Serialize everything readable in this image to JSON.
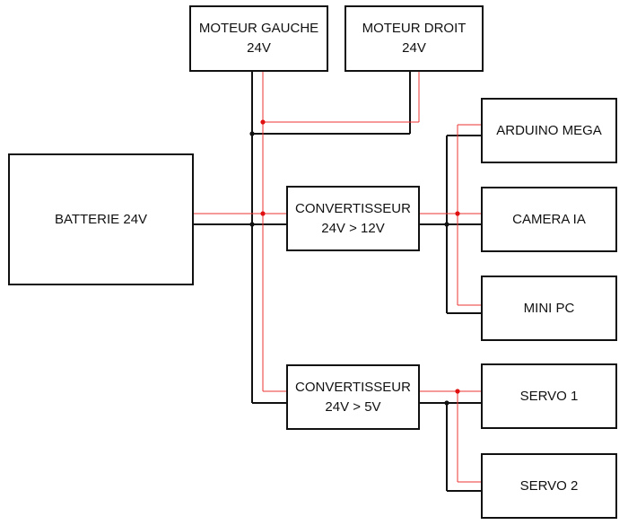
{
  "components": {
    "moteur_gauche": {
      "line1": "MOTEUR GAUCHE",
      "line2": "24V"
    },
    "moteur_droit": {
      "line1": "MOTEUR DROIT",
      "line2": "24V"
    },
    "batterie": {
      "line1": "BATTERIE 24V"
    },
    "convertisseur_12v": {
      "line1": "CONVERTISSEUR",
      "line2": "24V > 12V"
    },
    "convertisseur_5v": {
      "line1": "CONVERTISSEUR",
      "line2": "24V > 5V"
    },
    "arduino_mega": {
      "line1": "ARDUINO MEGA"
    },
    "camera_ia": {
      "line1": "CAMERA IA"
    },
    "mini_pc": {
      "line1": "MINI PC"
    },
    "servo_1": {
      "line1": "SERVO 1"
    },
    "servo_2": {
      "line1": "SERVO 2"
    }
  },
  "colors": {
    "ground_wire": "#111111",
    "positive_wire": "#ee3333",
    "junction_positive": "#e01010",
    "junction_ground": "#111111"
  }
}
